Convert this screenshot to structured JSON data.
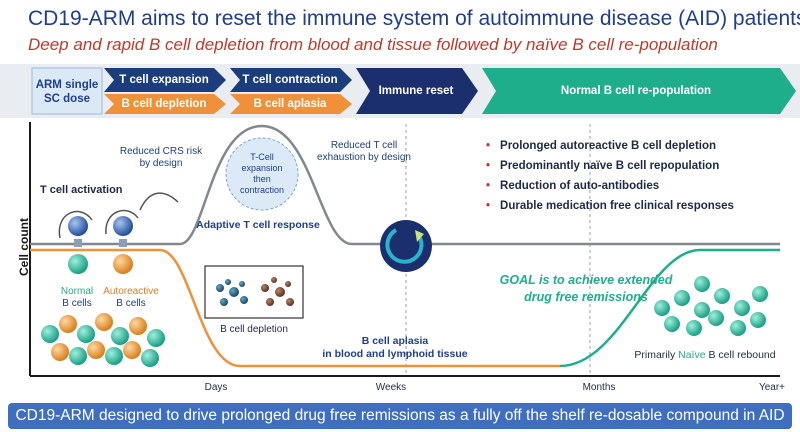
{
  "header": {
    "title": "CD19-ARM aims to reset the immune system of autoimmune disease (AID) patients",
    "subtitle": "Deep and rapid B cell depletion from blood and tissue followed by naïve B cell re-population"
  },
  "phases": {
    "arm_dose": "ARM single SC dose",
    "t_expansion": "T cell expansion",
    "b_depletion": "B cell depletion",
    "t_contraction": "T cell contraction",
    "b_aplasia": "B cell aplasia",
    "immune_reset": "Immune reset",
    "normal_repop": "Normal B cell re-population"
  },
  "diagram": {
    "y_axis_label": "Cell count",
    "t_activation": "T cell activation",
    "crs_note_line1": "Reduced CRS risk",
    "crs_note_line2": "by design",
    "tcell_bubble_line1": "T-Cell",
    "tcell_bubble_line2": "expansion",
    "tcell_bubble_line3": "then",
    "tcell_bubble_line4": "contraction",
    "exhaustion_line1": "Reduced T cell",
    "exhaustion_line2": "exhaustion by design",
    "adaptive_response": "Adaptive T cell response",
    "normal_line1": "Normal",
    "normal_line2": "B cells",
    "autoreactive_line1": "Autoreactive",
    "autoreactive_line2": "B cells",
    "depletion_label": "B cell depletion",
    "aplasia_line1": "B cell aplasia",
    "aplasia_line2": "in blood and lymphoid tissue",
    "goal_line1": "GOAL is to achieve extended",
    "goal_line2": "drug free remissions",
    "rebound_prefix": "Primarily ",
    "rebound_highlight": "Naïve",
    "rebound_suffix": " B cell rebound"
  },
  "bullets": [
    "Prolonged autoreactive B cell depletion",
    "Predominantly naïve B cell repopulation",
    "Reduction of auto-antibodies",
    "Durable medication free clinical responses"
  ],
  "time_axis": [
    "Days",
    "Weeks",
    "Months",
    "Year+"
  ],
  "footer": "CD19-ARM designed to drive prolonged drug free remissions as a fully off the shelf re-dosable compound in AID",
  "colors": {
    "blue_dark": "#1e3f8a",
    "red": "#c0392b",
    "navy_phase": "#1b2f6e",
    "orange": "#f0913a",
    "green": "#1fae8c",
    "teal_cell": "#2bb39a"
  }
}
